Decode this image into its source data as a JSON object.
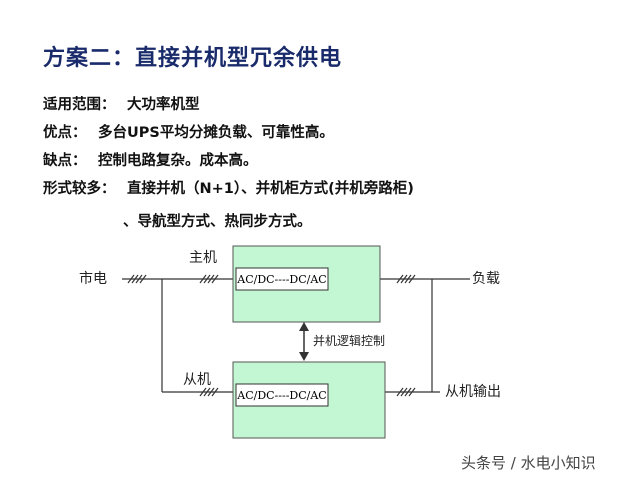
{
  "title": "方案二：直接并机型冗余供电",
  "bullets": [
    {
      "label": "适用范围：",
      "value": "大功率机型"
    },
    {
      "label": "优点：",
      "value": "多台UPS平均分摊负载、可靠性高。"
    },
    {
      "label": "缺点：",
      "value": "控制电路复杂。成本高。"
    },
    {
      "label": "形式较多：",
      "value": "直接并机（N+1）、并机柜方式(并机旁路柜)"
    }
  ],
  "bullet_continuation": "、导航型方式、热同步方式。",
  "diagram": {
    "mains_label": "市电",
    "master_label": "主机",
    "slave_label": "从机",
    "master_block": "AC/DC----DC/AC",
    "slave_block": "AC/DC----DC/AC",
    "parallel_logic_label": "并机逻辑控制",
    "load_label": "负载",
    "slave_output_label": "从机输出",
    "colors": {
      "block_fill": "#c3f7d3",
      "line": "#333333"
    }
  },
  "watermark": "头条号 / 水电小知识"
}
